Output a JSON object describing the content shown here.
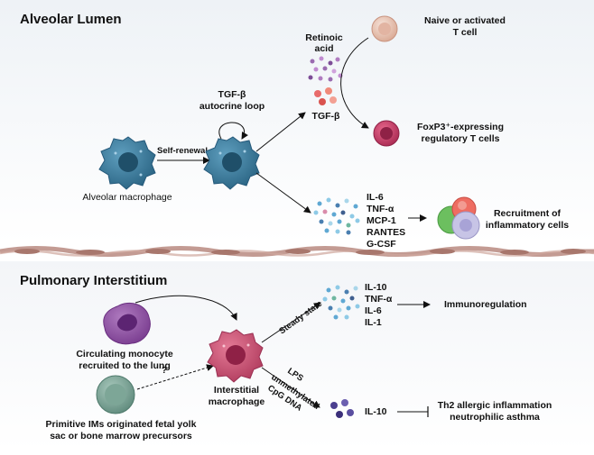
{
  "sections": {
    "top_title": "Alveolar Lumen",
    "bottom_title": "Pulmonary Interstitium"
  },
  "lumen": {
    "alveolar_macrophage": "Alveolar macrophage",
    "self_renewal": "Self-renewal",
    "autocrine_line1": "TGF-β",
    "autocrine_line2": "autocrine loop",
    "retinoic_line1": "Retinoic",
    "retinoic_line2": "acid",
    "tgf_beta": "TGF-β",
    "tcell_line1": "Naive or activated",
    "tcell_line2": "T cell",
    "treg_line1": "FoxP3⁺-expressing",
    "treg_line2": "regulatory T cells",
    "cytokines": [
      "IL-6",
      "TNF-α",
      "MCP-1",
      "RANTES",
      "G-CSF"
    ],
    "recruit_line1": "Recruitment of",
    "recruit_line2": "inflammatory cells"
  },
  "interstitium": {
    "monocyte_line1": "Circulating monocyte",
    "monocyte_line2": "recruited to the lung",
    "primitive_line1": "Primitive IMs originated fetal yolk",
    "primitive_line2": "sac or bone marrow precursors",
    "question": "?",
    "im_line1": "Interstitial",
    "im_line2": "macrophage",
    "steady_state": "Steady state",
    "lps": "LPS",
    "cpg_line1": "unmethylated",
    "cpg_line2": "CpG DNA",
    "cytokines": [
      "IL-10",
      "TNF-α",
      "IL-6",
      "IL-1"
    ],
    "immunoregulation": "Immunoregulation",
    "il10": "IL-10",
    "th2_line1": "Th2 allergic inflammation",
    "th2_line2": "neutrophilic asthma"
  },
  "colors": {
    "macrophage": "#2f6f8e",
    "macrophage_nucleus": "#1f4f69",
    "interstitial": "#c8476a",
    "monocyte": "#8a4d9e",
    "primitive": "#6f9a8c",
    "tcell": "#e7c3b4",
    "treg": "#c23a63",
    "membrane": "#b98a80"
  }
}
